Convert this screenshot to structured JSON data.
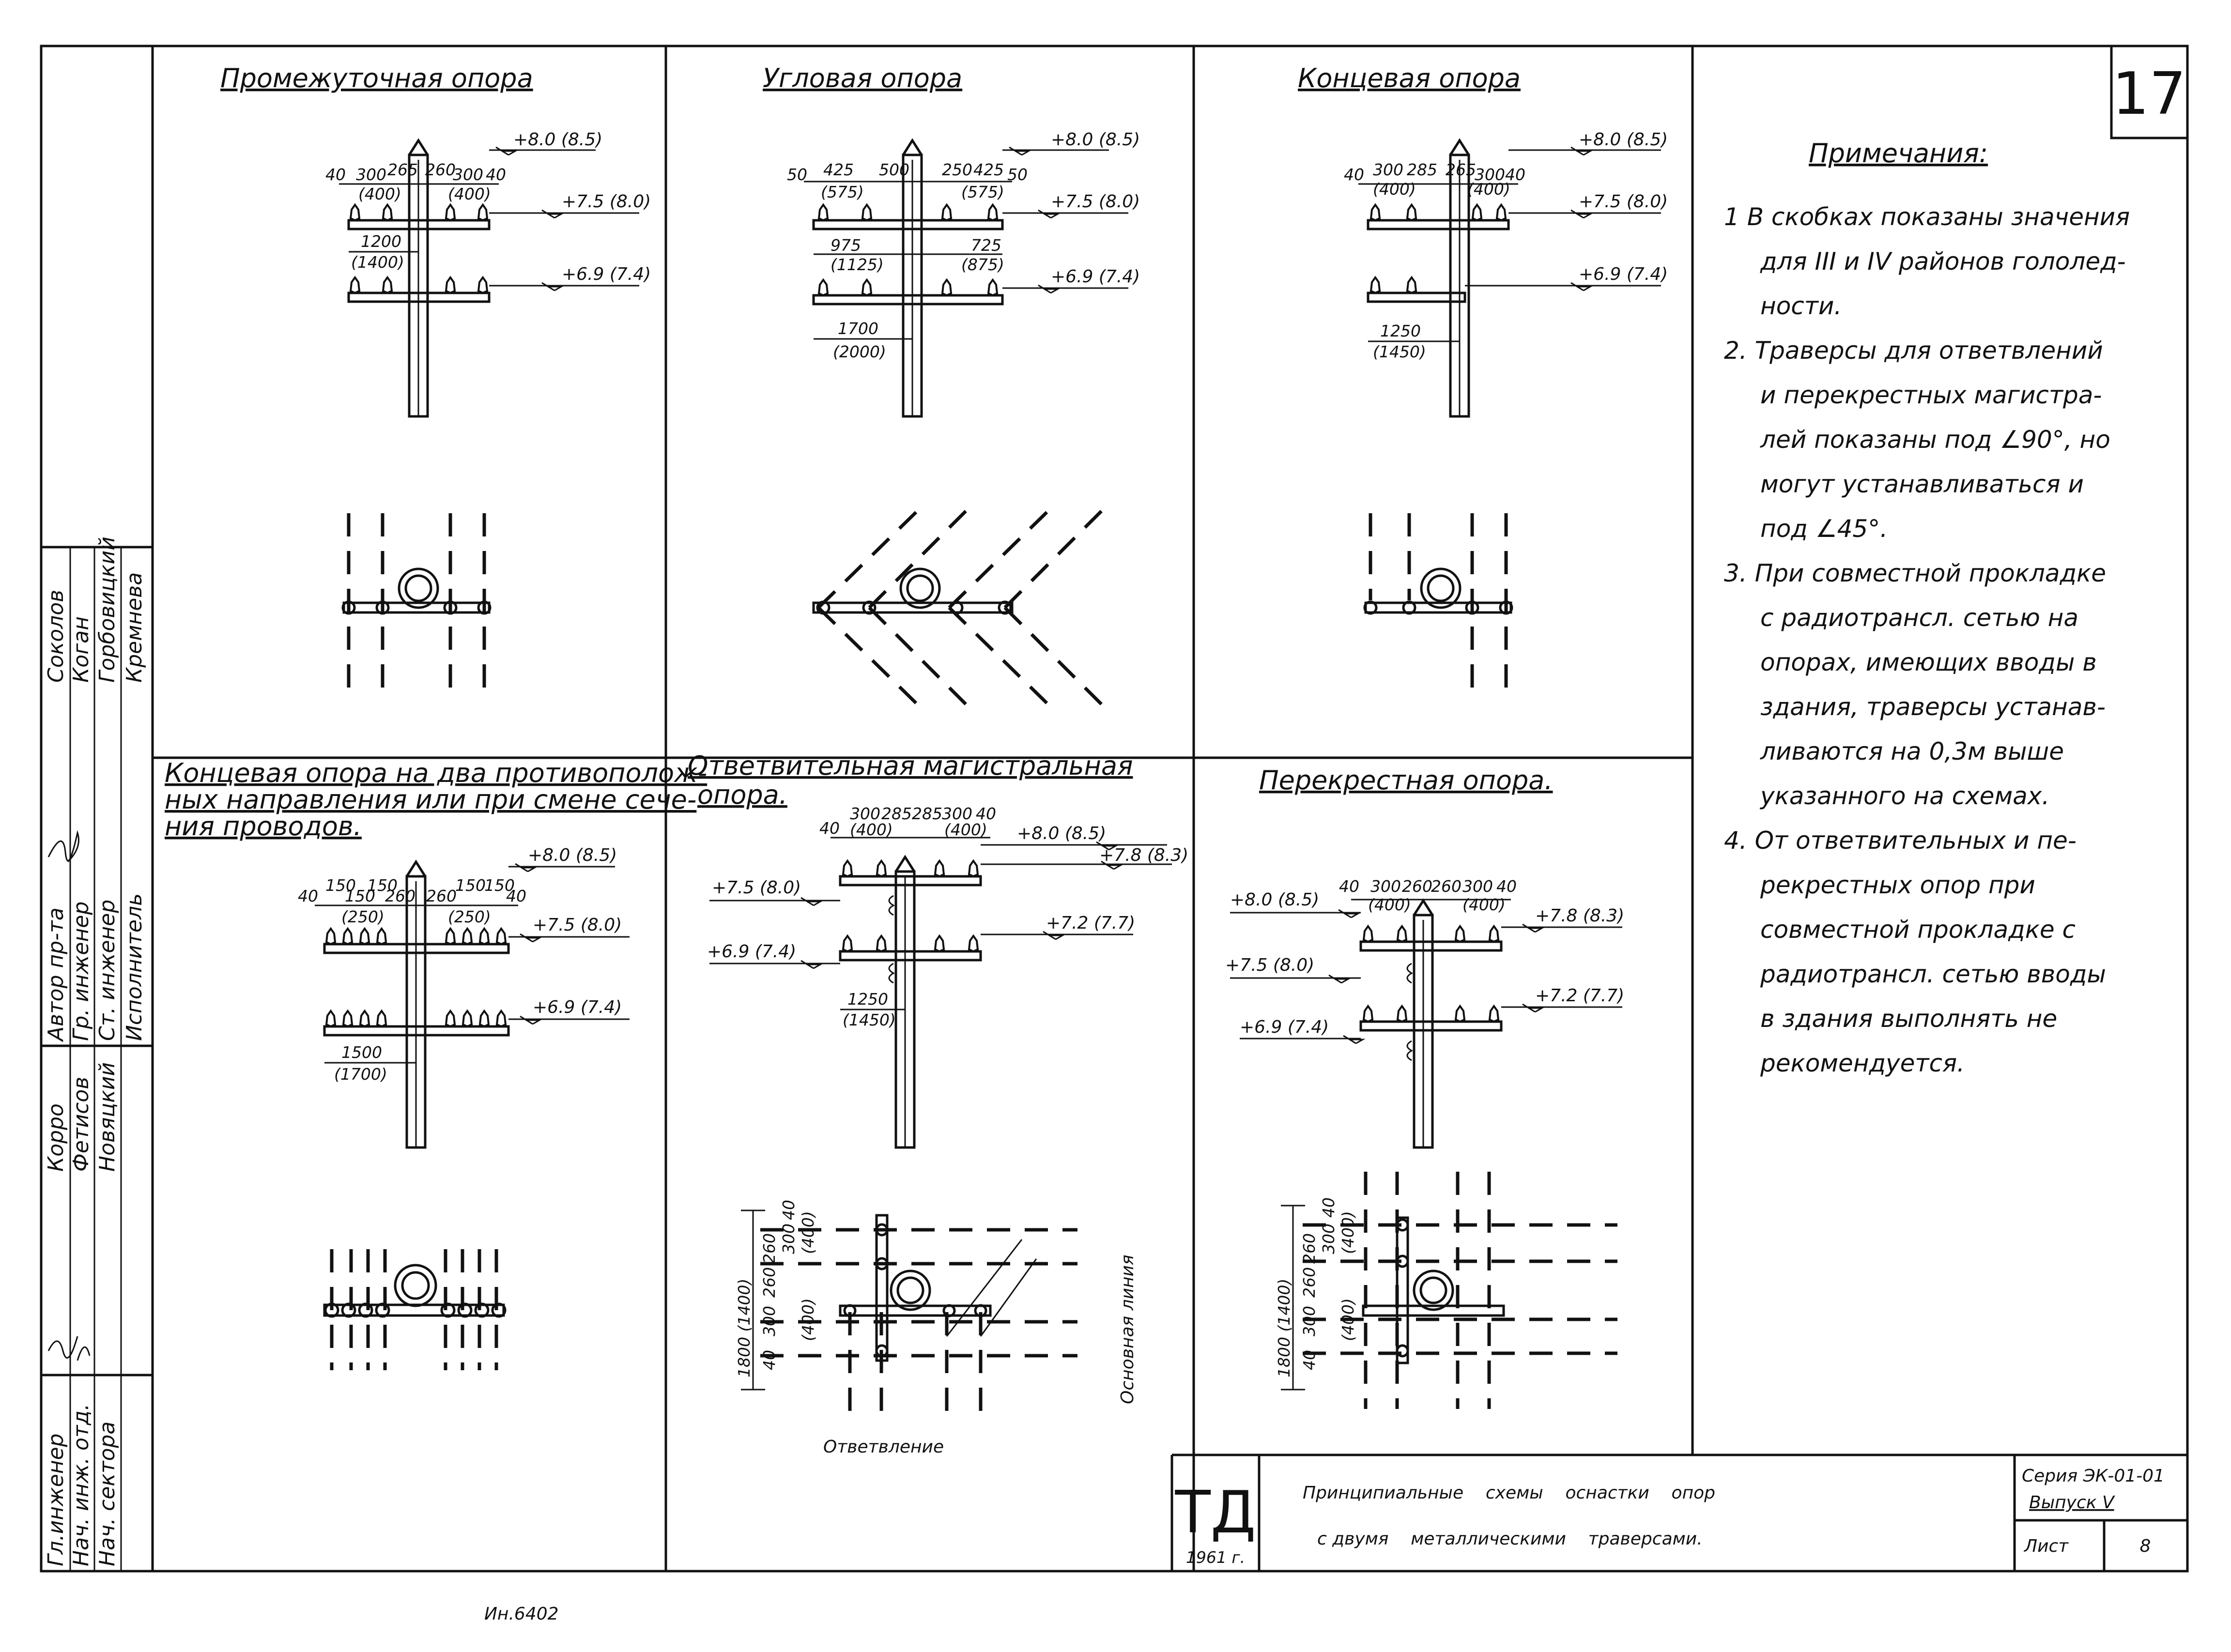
{
  "sheet_number": "17",
  "inventory_number": "Ин.6402",
  "panels": {
    "intermediate": {
      "title": "Промежуточная опора",
      "levels": [
        "+8.0 (8.5)",
        "+7.5 (8.0)",
        "+6.9 (7.4)"
      ],
      "dims_top": [
        "40",
        "300",
        "265",
        "260",
        "300",
        "40"
      ],
      "dims_top_alt": [
        "(400)",
        "(400)"
      ],
      "dim_mid": "1200",
      "dim_mid_alt": "(1400)"
    },
    "angle": {
      "title": "Угловая опора",
      "levels": [
        "+8.0 (8.5)",
        "+7.5 (8.0)",
        "+6.9 (7.4)"
      ],
      "dims_top": [
        "50",
        "425",
        "500",
        "250",
        "425",
        "50"
      ],
      "dims_top_alt": [
        "(575)",
        "(575)"
      ],
      "dims_mid": [
        "975",
        "725"
      ],
      "dims_mid_alt": [
        "(1125)",
        "(875)"
      ],
      "dim_bottom": "1700",
      "dim_bottom_alt": "(2000)"
    },
    "terminal": {
      "title": "Концевая опора",
      "levels": [
        "+8.0 (8.5)",
        "+7.5 (8.0)",
        "+6.9 (7.4)"
      ],
      "dims_top": [
        "40",
        "300",
        "285",
        "265",
        "300",
        "40"
      ],
      "dims_top_alt": [
        "(400)",
        "(400)"
      ],
      "dim_bottom": "1250",
      "dim_bottom_alt": "(1450)"
    },
    "terminal_two_dir": {
      "title_lines": [
        "Концевая опора на два противополож-",
        "ных направления или при смене сече-",
        "ния проводов."
      ],
      "levels": [
        "+8.0 (8.5)",
        "+7.5 (8.0)",
        "+6.9 (7.4)"
      ],
      "dims_top": [
        "40",
        "150",
        "150",
        "150",
        "260",
        "260",
        "150",
        "150",
        "40"
      ],
      "dims_top_alt": [
        "(250)",
        "(250)"
      ],
      "dim_bottom": "1500",
      "dim_bottom_alt": "(1700)"
    },
    "branch": {
      "title_lines": [
        "Ответвительная магистральная",
        "опора."
      ],
      "levels_left": [
        "+7.5 (8.0)",
        "+6.9 (7.4)"
      ],
      "levels_right": [
        "+8.0 (8.5)",
        "+7.8 (8.3)",
        "+7.2 (7.7)"
      ],
      "dims_top": [
        "40",
        "300",
        "285",
        "285",
        "300",
        "40"
      ],
      "dims_top_alt": [
        "(400)",
        "(400)"
      ],
      "dim_bottom": "1250",
      "dim_bottom_alt": "(1450)",
      "plan_dims": [
        "40",
        "300",
        "260",
        "260",
        "300",
        "40"
      ],
      "plan_dims_alt": [
        "(400)",
        "(400)"
      ],
      "plan_total": "1800 (1400)",
      "label_main": "Основная линия",
      "label_branch": "Ответвление"
    },
    "crossing": {
      "title": "Перекрестная опора.",
      "levels_left": [
        "+8.0 (8.5)",
        "+7.5 (8.0)",
        "+6.9 (7.4)"
      ],
      "levels_right": [
        "+7.8 (8.3)",
        "+7.2 (7.7)"
      ],
      "dims_top": [
        "40",
        "300",
        "260",
        "260",
        "300",
        "40"
      ],
      "dims_top_alt": [
        "(400)",
        "(400)"
      ],
      "plan_dims": [
        "40",
        "300",
        "260",
        "260",
        "300",
        "40"
      ],
      "plan_dims_alt": [
        "(400)",
        "(400)"
      ],
      "plan_total": "1800 (1400)"
    }
  },
  "notes": {
    "title": "Примечания:",
    "lines": [
      "1  В скобках показаны значения",
      "для III и IV районов гололед-",
      "ности.",
      "2. Траверсы для ответвлений",
      "и перекрестных магистра-",
      "лей показаны под ∠90°, но",
      "могут устанавливаться и",
      "под ∠45°.",
      "3. При совместной прокладке",
      "с радиотрансл. сетью на",
      "опорах, имеющих вводы в",
      "здания, траверсы устанав-",
      "ливаются на 0,3м выше",
      "указанного на схемах.",
      "4. От ответвительных и пе-",
      "рекрестных опор     при",
      "совместной прокладке с",
      "радиотрансл. сетью вводы",
      "в здания выполнять не",
      "рекомендуется."
    ]
  },
  "title_block": {
    "logo": "ТД",
    "year": "1961 г.",
    "title_line1": "Принципиальные    схемы    оснастки    опор",
    "title_line2": "с двумя    металлическими    траверсами.",
    "series_label": "Серия ЭК-01-01",
    "issue_label": "Выпуск V",
    "sheet_label": "Лист",
    "sheet_value": "8"
  },
  "stamp": {
    "roles_a": [
      "Гл.инженер",
      "Нач. инж. отд.",
      "Нач. сектора"
    ],
    "names_a": [
      "Корро",
      "Фетисов",
      "Новяцкий"
    ],
    "roles_b": [
      "Автор пр-та",
      "Гр. инженер",
      "Ст. инженер",
      "Исполнитель"
    ],
    "names_b": [
      "Соколов",
      "Коган",
      "Горбовицкий",
      "Кремнева"
    ]
  }
}
